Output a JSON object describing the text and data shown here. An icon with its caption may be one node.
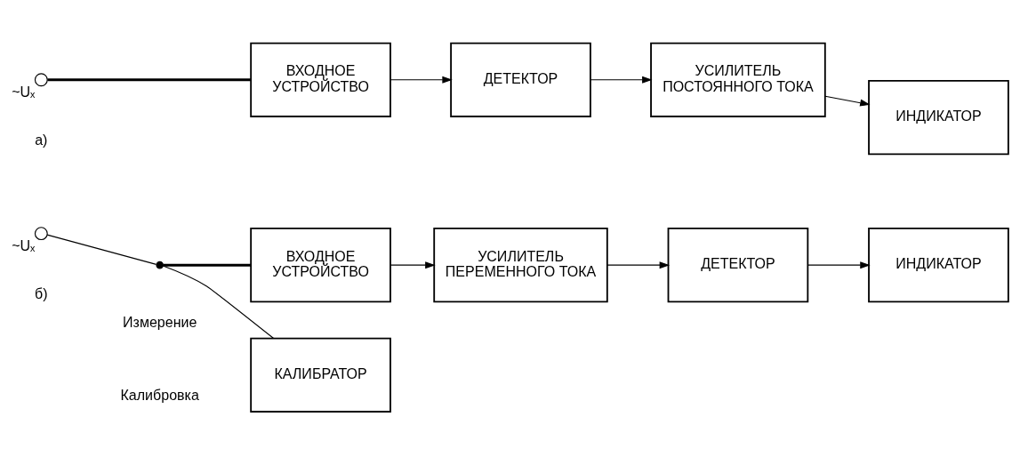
{
  "diagram": {
    "nodes": [
      {
        "text": [
          "~Uₓ"
        ]
      },
      {
        "text": [
          "ВХОДНОЕ УСТРОЙСТВО"
        ]
      },
      {
        "text": [
          "ДЕТЕКТОР"
        ]
      },
      {
        "text": [
          "УСИЛИТЕЛЬ ПОСТОЯННОГО ТОКА"
        ]
      },
      {
        "text": [
          "ИНДИКАТОР"
        ]
      },
      {
        "text": [
          "ВХОДНОЕ УСТРОЙСТВО"
        ]
      },
      {
        "text": [
          "УСИЛИТЕЛЬ ПЕРЕМЕННОГО ТОКА"
        ]
      },
      {
        "text": [
          "ДЕТЕКТОР"
        ]
      },
      {
        "text": [
          "ИНДИКАТОР"
        ]
      },
      {
        "text": [
          "~Uₓ"
        ]
      },
      {
        "text": [],
        "shape": "circle"
      },
      {
        "text": [
          "КАЛИБРАТОР"
        ]
      }
    ],
    "edges": [
      {
        "from": 0,
        "to": 1,
        "arrow": "none",
        "style": "thick"
      },
      {
        "from": 1,
        "to": 2,
        "arrow": "to"
      },
      {
        "from": 2,
        "to": 3,
        "arrow": "to"
      },
      {
        "from": 3,
        "to": 4,
        "arrow": "to"
      },
      {
        "from": 5,
        "to": 6,
        "arrow": "to"
      },
      {
        "from": 6,
        "to": 7,
        "arrow": "to"
      },
      {
        "from": 7,
        "to": 8,
        "arrow": "to"
      },
      {
        "from": 9,
        "to": 10,
        "arrow": "none"
      },
      {
        "from": 10,
        "to": 5,
        "arrow": "none",
        "style": "thick"
      },
      {
        "from": 10,
        "to": 11,
        "arrow": "none"
      }
    ],
    "labels": [
      "а)",
      "Калибровка",
      "Измерение",
      "б)"
    ]
  }
}
